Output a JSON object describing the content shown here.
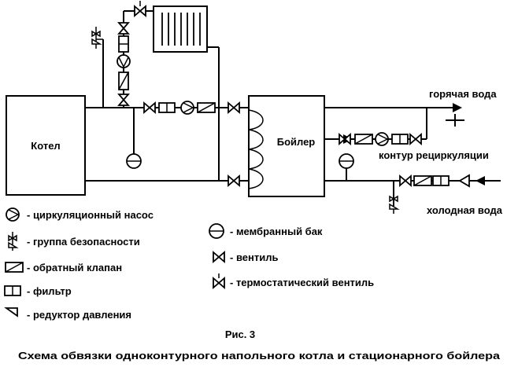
{
  "labels": {
    "kotel": "Котел",
    "boiler": "Бойлер",
    "hot_water": "горячая вода",
    "recirc": "контур рециркуляции",
    "cold_water": "холодная вода"
  },
  "legend": {
    "pump": "- циркуляционный насос",
    "safety": "- группа безопасности",
    "check_valve": "- обратный клапан",
    "filter": "- фильтр",
    "reducer": "- редуктор давления",
    "tank": "- мембранный бак",
    "valve": "- вентиль",
    "thermo_valve": "- термостатический вентиль"
  },
  "caption": {
    "figure": "Рис. 3",
    "title": "Схема обвязки одноконтурного напольного котла и стационарного бойлера"
  }
}
